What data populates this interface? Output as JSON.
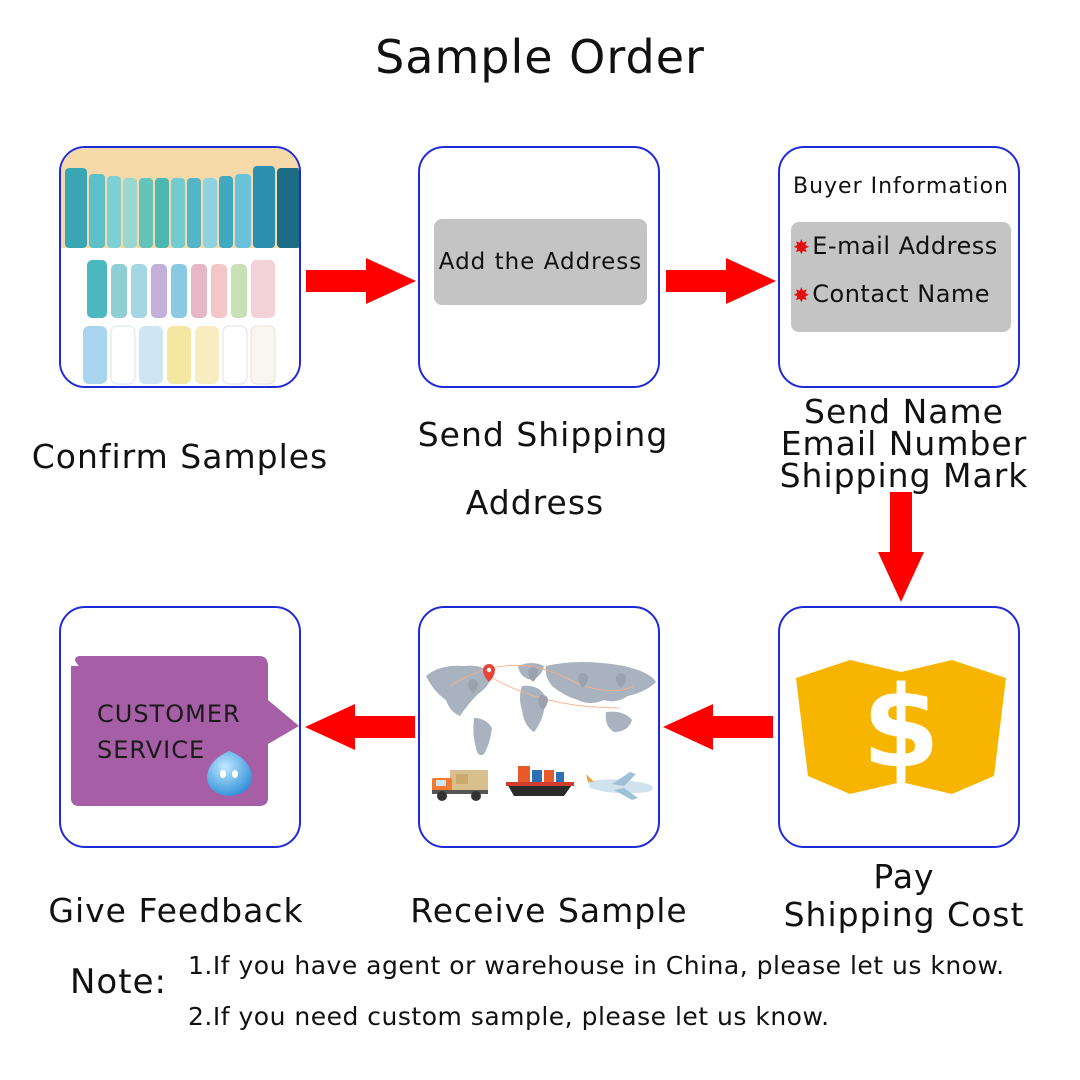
{
  "title": "Sample Order",
  "steps": {
    "confirm": {
      "caption": "Confirm Samples"
    },
    "address": {
      "caption_line1": "Send Shipping",
      "caption_line2": "Address",
      "box_text": "Add the Address"
    },
    "buyer": {
      "heading": "Buyer Information",
      "fields": [
        "E-mail Address",
        "Contact Name"
      ],
      "caption_lines": [
        "Send Name",
        "Email Number",
        "Shipping Mark"
      ]
    },
    "pay": {
      "caption_lines": [
        "Pay",
        "Shipping Cost"
      ],
      "icon": "dollar-icon"
    },
    "receive": {
      "caption": "Receive Sample",
      "icons": [
        "world-map-icon",
        "truck-icon",
        "ship-icon",
        "plane-icon"
      ]
    },
    "feedback": {
      "caption": "Give Feedback",
      "bubble_lines": [
        "CUSTOMER",
        "SERVICE"
      ],
      "icon": "chat-bubble-icon"
    }
  },
  "note": {
    "label": "Note:",
    "lines": [
      "1.If you have agent or warehouse in China, please let us know.",
      "2.If you need custom sample, please let us know."
    ]
  },
  "colors": {
    "border": "#1f2bd6",
    "arrow": "#ff0000",
    "grey": "#c4c4c4",
    "purple": "#a65fa6",
    "gold": "#f7b500"
  }
}
